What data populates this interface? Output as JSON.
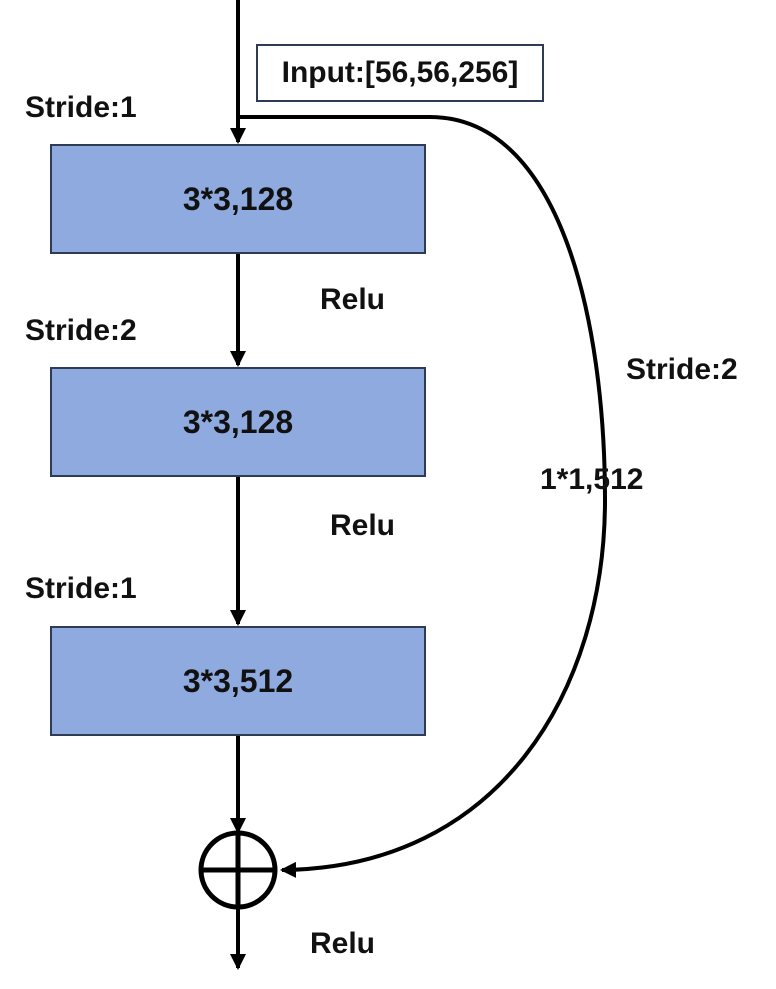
{
  "colors": {
    "block_fill": "#8eaadf",
    "block_border": "#2e3b55",
    "line": "#000000",
    "text": "#111111"
  },
  "input": "Input:[56,56,256]",
  "layers": [
    {
      "stride": "Stride:1",
      "label": "3*3,128",
      "activation": "Relu"
    },
    {
      "stride": "Stride:2",
      "label": "3*3,128",
      "activation": "Relu"
    },
    {
      "stride": "Stride:1",
      "label": "3*3,512"
    }
  ],
  "shortcut": {
    "stride": "Stride:2",
    "label": "1*1,512"
  },
  "add_symbol": "add-circle-icon",
  "output_activation": "Relu"
}
